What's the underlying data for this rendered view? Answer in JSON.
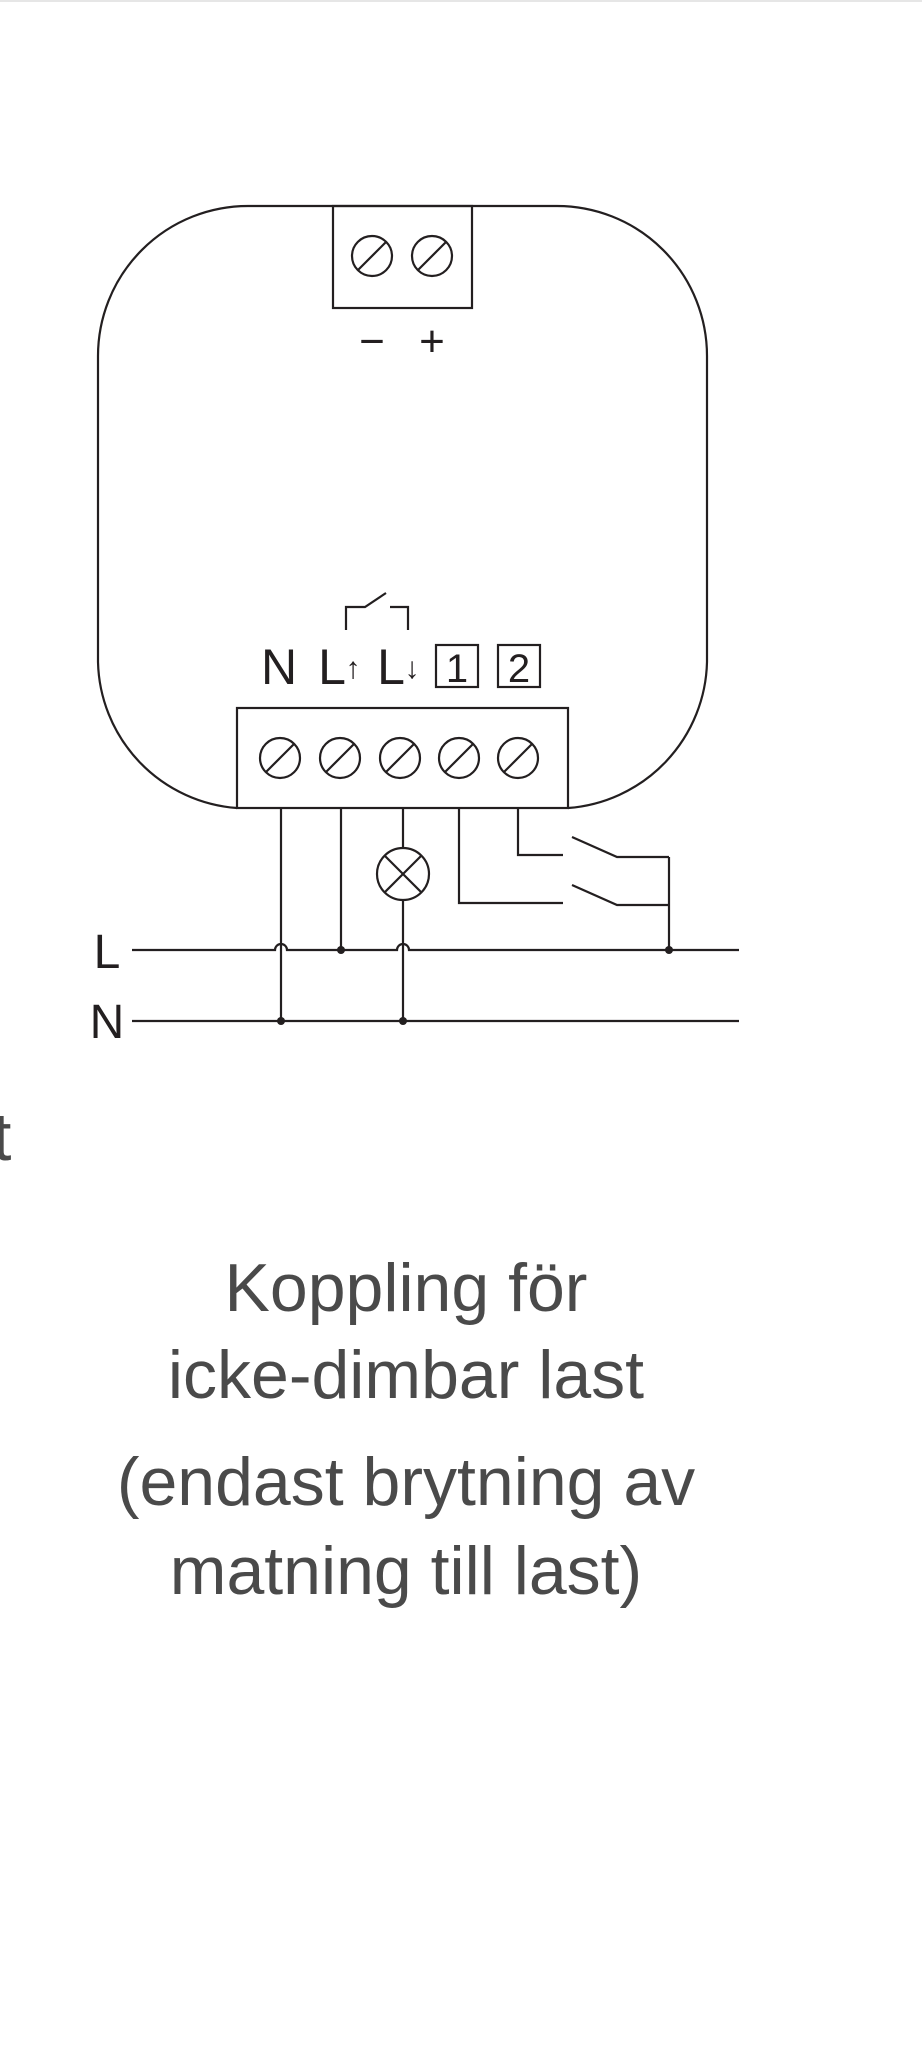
{
  "diagram": {
    "power_terminals": {
      "minus": "−",
      "plus": "+"
    },
    "terminals": {
      "n": "N",
      "l_in": "L",
      "l_out": "L",
      "in1": "1",
      "in2": "2"
    },
    "arrows": {
      "up": "↑",
      "down": "↓"
    },
    "mains": {
      "line": "L",
      "neutral": "N"
    }
  },
  "caption": {
    "line1": "Koppling för",
    "line2": "icke-dimbar last",
    "line3": "(endast brytning av",
    "line4": "matning till last)"
  },
  "edge_fragment": "t"
}
